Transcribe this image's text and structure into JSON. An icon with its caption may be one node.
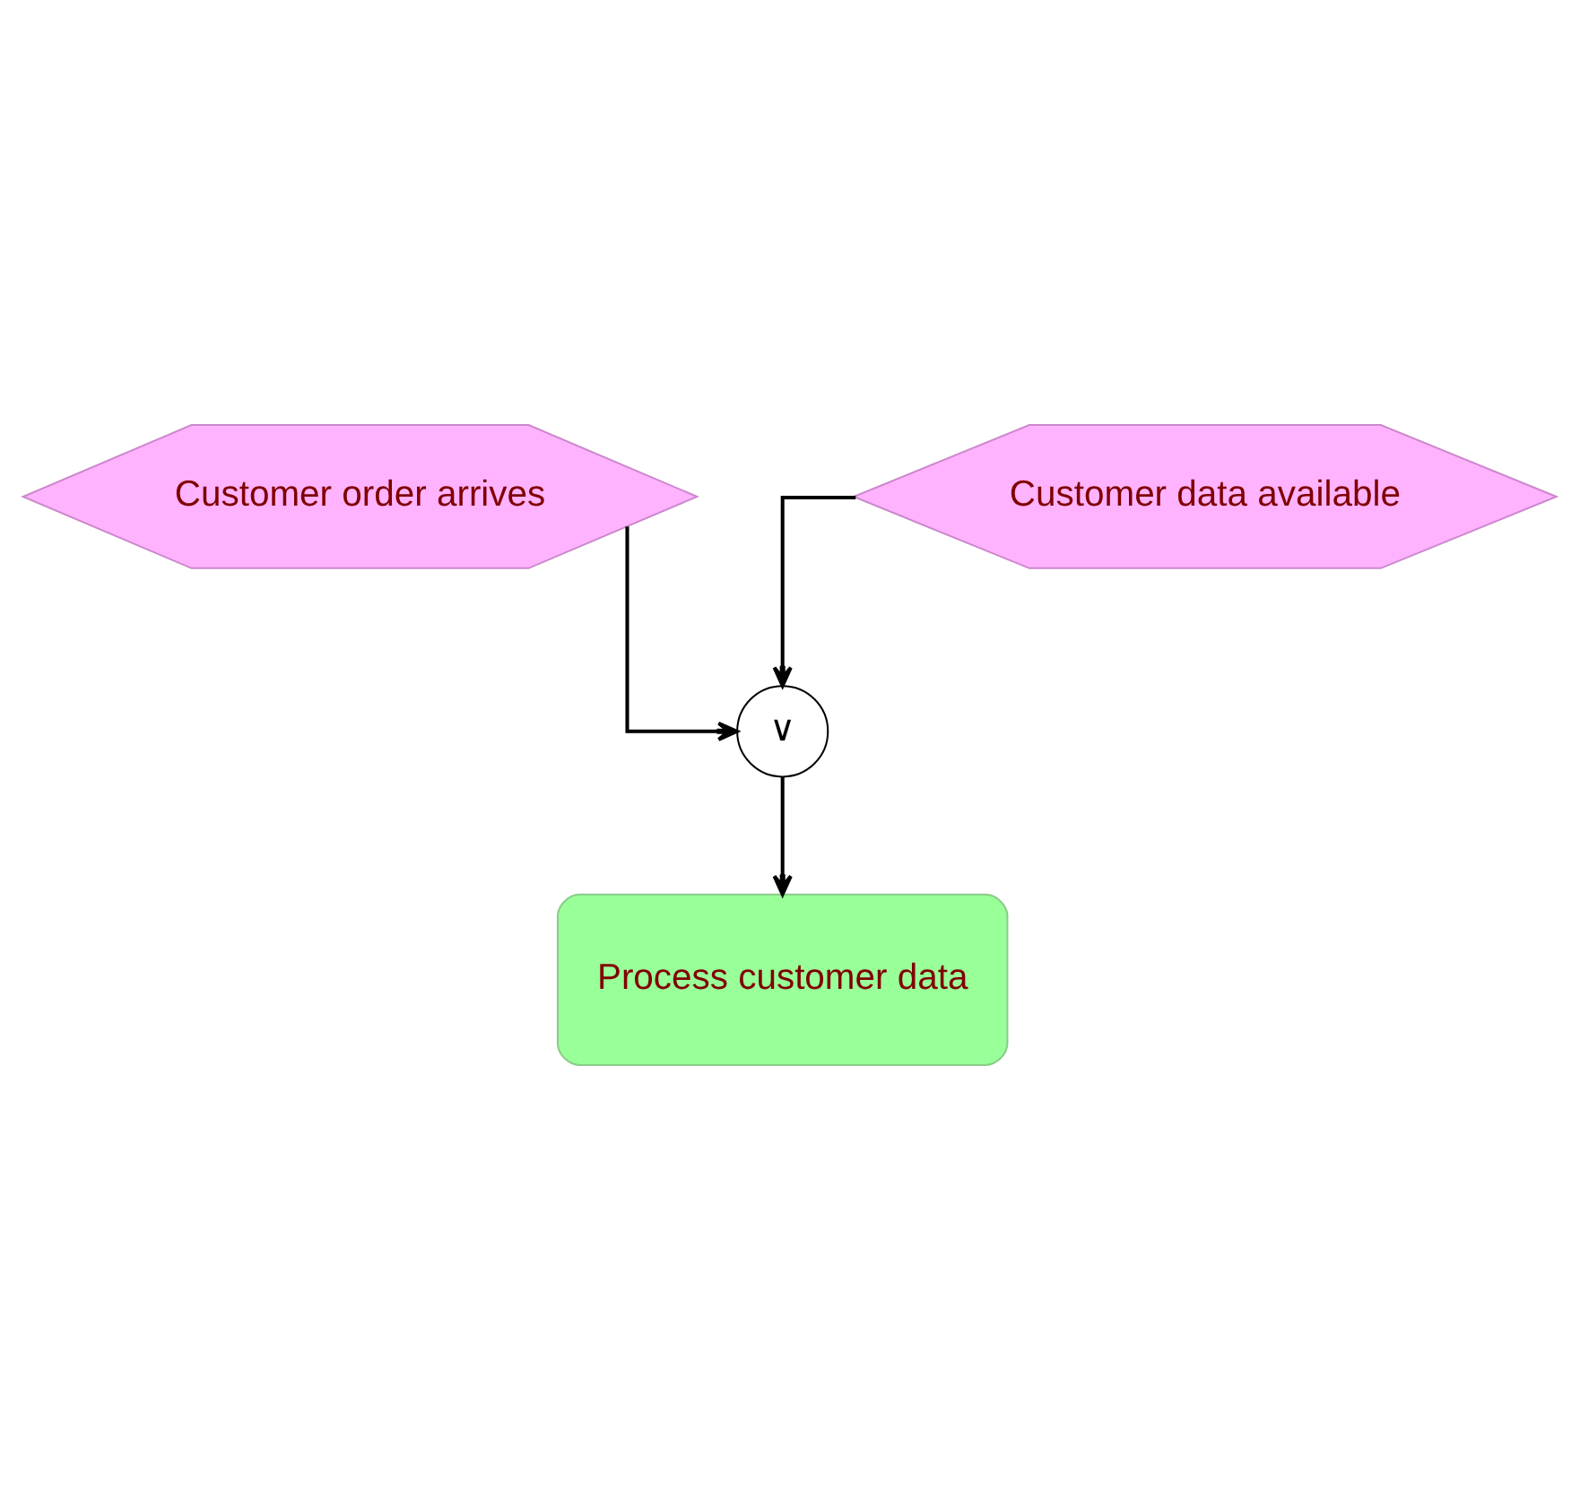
{
  "diagram": {
    "nodes": [
      {
        "text": [
          "Customer order arrives"
        ]
      },
      {
        "text": [
          "Customer data available"
        ]
      },
      {
        "text": [
          "∨"
        ]
      },
      {
        "text": [
          "Process customer data"
        ]
      }
    ],
    "edges": [
      {
        "from": 0,
        "to": 2,
        "arrow": "to"
      },
      {
        "from": 1,
        "to": 2,
        "arrow": "to"
      },
      {
        "from": 2,
        "to": 3,
        "arrow": "to"
      }
    ]
  }
}
